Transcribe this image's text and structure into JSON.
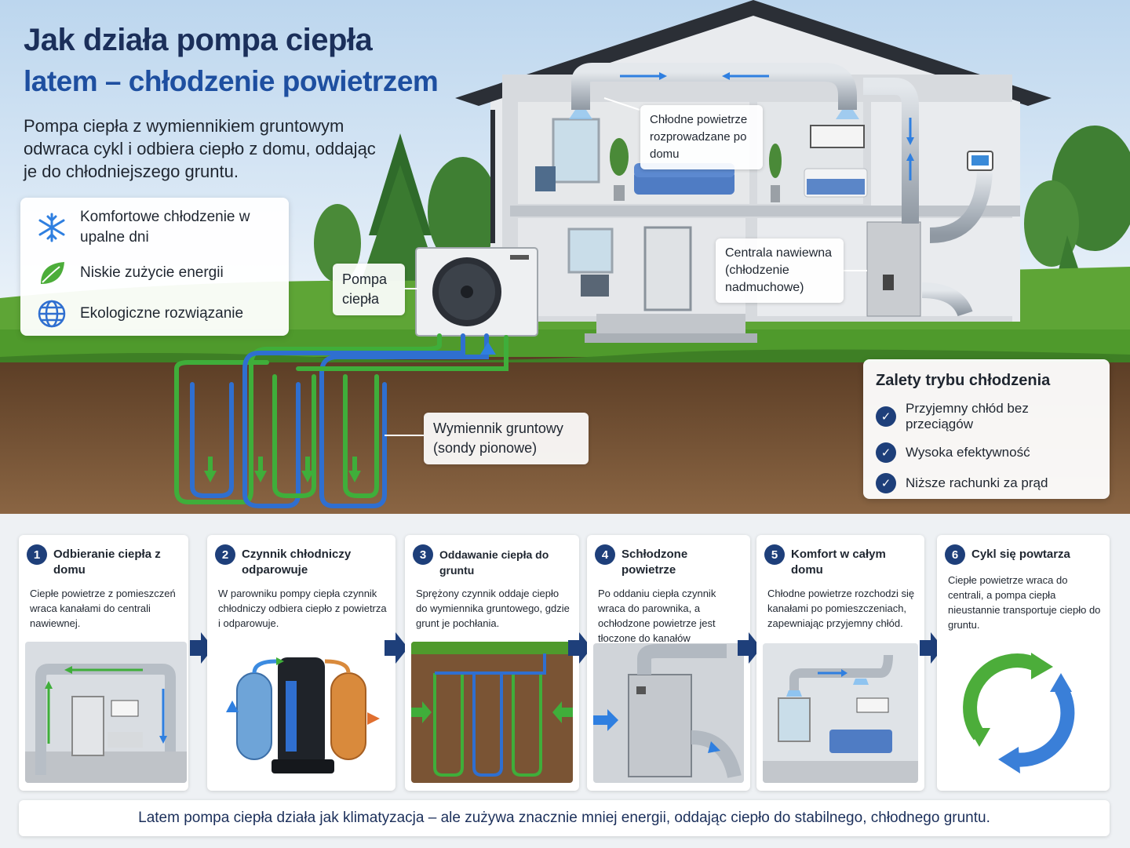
{
  "title": "Jak działa pompa ciepła",
  "subtitle": "latem – chłodzenie powietrzem",
  "intro": "Pompa ciepła z wymiennikiem gruntowym odwraca cykl i odbiera ciepło z domu, oddając je do chłodniejszego gruntu.",
  "benefits": [
    {
      "icon": "snowflake-icon",
      "text": "Komfortowe chłodzenie w upalne dni"
    },
    {
      "icon": "leaf-icon",
      "text": "Niskie zużycie energii"
    },
    {
      "icon": "globe-icon",
      "text": "Ekologiczne rozwiązanie"
    }
  ],
  "callouts": {
    "heat_pump": "Pompa ciepła",
    "cool_air": "Chłodne powietrze rozprowadzane po domu",
    "air_handler": "Centrala nawiewna (chłodzenie nadmuchowe)",
    "ground_exchanger": "Wymiennik gruntowy (sondy pionowe)"
  },
  "advantages": {
    "title": "Zalety trybu chłodzenia",
    "items": [
      "Przyjemny chłód bez przeciągów",
      "Wysoka efektywność",
      "Niższe rachunki za prąd"
    ]
  },
  "steps": [
    {
      "num": "1",
      "title": "Odbieranie ciepła z domu",
      "desc": "Ciepłe powietrze z pomieszczeń wraca kanałami do centrali nawiewnej."
    },
    {
      "num": "2",
      "title": "Czynnik chłodniczy odparowuje",
      "desc": "W parowniku pompy ciepła czynnik chłodniczy odbiera ciepło z powietrza i odparowuje."
    },
    {
      "num": "3",
      "title": "Oddawanie ciepła do gruntu",
      "desc": "Sprężony czynnik oddaje ciepło do wymiennika gruntowego, gdzie grunt je pochłania."
    },
    {
      "num": "4",
      "title": "Schłodzone powietrze",
      "desc": "Po oddaniu ciepła czynnik wraca do parownika, a ochłodzone powietrze jest tłoczone do kanałów nawiewnych."
    },
    {
      "num": "5",
      "title": "Komfort w całym domu",
      "desc": "Chłodne powietrze rozchodzi się kanałami po pomieszczeniach, zapewniając przyjemny chłód."
    },
    {
      "num": "6",
      "title": "Cykl się powtarza",
      "desc": "Ciepłe powietrze wraca do centrali, a pompa ciepła nieustannie transportuje ciepło do gruntu."
    }
  ],
  "footer": "Latem pompa ciepła działa jak klimatyzacja – ale zużywa znacznie mniej energii, oddając ciepło do stabilnego, chłodnego gruntu.",
  "colors": {
    "navy": "#1e3f7a",
    "title_blue": "#1e4fa0",
    "cold_blue": "#2f7fe0",
    "loop_green": "#3fae3a",
    "soil": "#6b4a2e",
    "grass": "#4f9a2c"
  }
}
